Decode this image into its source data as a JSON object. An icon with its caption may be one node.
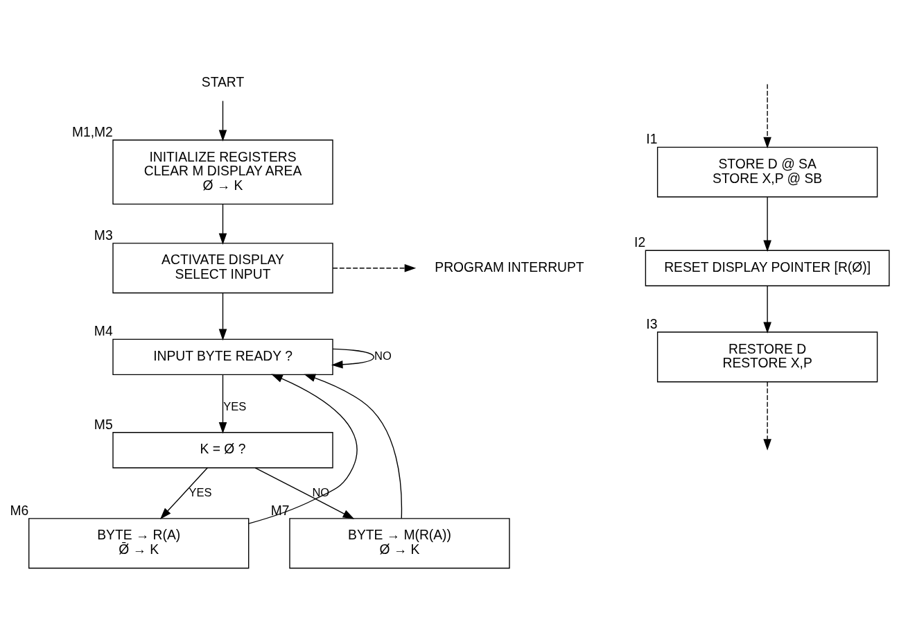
{
  "diagram": {
    "nodes": [
      {
        "text": [
          "START"
        ]
      },
      {
        "text": [
          "INITIALIZE REGISTERS",
          "CLEAR M DISPLAY AREA",
          "Ø → K"
        ],
        "beside": [
          "M1,M2"
        ]
      },
      {
        "text": [
          "ACTIVATE DISPLAY",
          "SELECT INPUT"
        ],
        "beside": [
          "M3"
        ]
      },
      {
        "text": [
          "PROGRAM INTERRUPT"
        ]
      },
      {
        "text": [
          "INPUT BYTE READY ?"
        ],
        "beside": [
          "M4"
        ]
      },
      {
        "text": [
          "K = Ø ?"
        ],
        "beside": [
          "M5"
        ]
      },
      {
        "text": [
          "BYTE → R(A)",
          "Ø̄ → K"
        ],
        "beside": [
          "M6"
        ]
      },
      {
        "text": [
          "BYTE → M(R(A))",
          "Ø → K"
        ],
        "beside": [
          "M7"
        ]
      },
      {
        "text": [
          "STORE D @ SA",
          "STORE X,P @ SB"
        ],
        "beside": [
          "I1"
        ]
      },
      {
        "text": [
          "RESET DISPLAY POINTER [R(Ø)]"
        ],
        "beside": [
          "I2"
        ]
      },
      {
        "text": [
          "RESTORE D",
          "RESTORE X,P"
        ],
        "beside": [
          "I3"
        ]
      }
    ],
    "edges": [
      {
        "from": 0,
        "to": 1,
        "arrow": "to"
      },
      {
        "from": 1,
        "to": 2,
        "arrow": "to"
      },
      {
        "from": 2,
        "to": 3,
        "arrow": "to",
        "style": "dashed"
      },
      {
        "from": 2,
        "to": 4,
        "arrow": "to"
      },
      {
        "from": 4,
        "to": 4,
        "arrow": "to",
        "label": "NO"
      },
      {
        "from": 4,
        "to": 5,
        "arrow": "to",
        "label": "YES"
      },
      {
        "from": 5,
        "to": 6,
        "arrow": "to",
        "label": "YES"
      },
      {
        "from": 5,
        "to": 7,
        "arrow": "to",
        "label": "NO"
      },
      {
        "from": 6,
        "to": 4,
        "arrow": "to"
      },
      {
        "from": 7,
        "to": 4,
        "arrow": "to"
      },
      {
        "from": null,
        "to": 8,
        "arrow": "to",
        "style": "dashed"
      },
      {
        "from": 8,
        "to": 9,
        "arrow": "to"
      },
      {
        "from": 9,
        "to": 10,
        "arrow": "to"
      },
      {
        "from": 10,
        "to": null,
        "arrow": "to",
        "style": "dashed"
      }
    ]
  }
}
